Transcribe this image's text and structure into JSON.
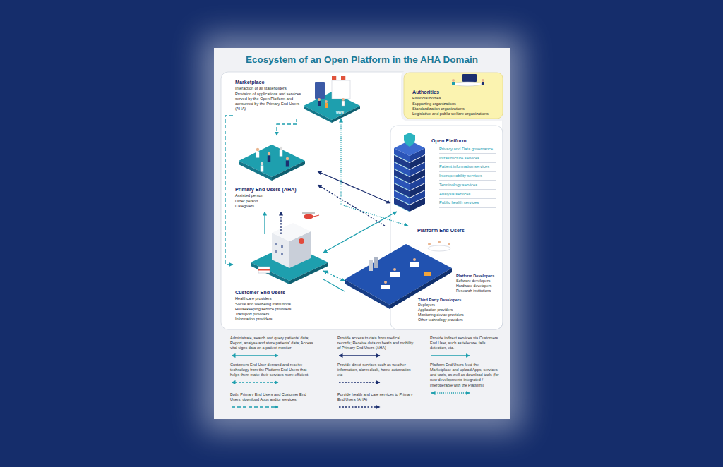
{
  "diagram": {
    "title": "Ecosystem of an Open Platform in the AHA Domain",
    "nodes": [
      {
        "text": [
          "Marketplace",
          "Interaction of all stakeholders",
          "Provision of applications and services served by the Open Platform and consumed by the Primary End Users (AHA)"
        ]
      },
      {
        "text": [
          "Authorities",
          "Financial bodies",
          "Supporting organizations",
          "Standardization organizations",
          "Legislative and public welfare organizations"
        ]
      },
      {
        "text": [
          "Open Platform",
          "Privacy and Data governance",
          "Infrastructure services",
          "Patient information services",
          "Interoperability services",
          "Terminology services",
          "Analysis services",
          "Public health services"
        ]
      },
      {
        "text": [
          "Primary End Users (AHA)",
          "Assisted person",
          "Older person",
          "Caregivers"
        ]
      },
      {
        "text": [
          "Customer End Users",
          "Healthcare providers",
          "Social and wellbeing institutions",
          "Housekeeping service providers",
          "Transport providers",
          "Information providers"
        ]
      },
      {
        "text": [
          "Platform End Users"
        ]
      },
      {
        "text": [
          "Platform Developers",
          "Software developers",
          "Hardware developers",
          "Research institutions"
        ],
        "in": 5
      },
      {
        "text": [
          "Third Party Developers",
          "Deployers",
          "Application providers",
          "Monitoring device providers",
          "Other technology providers"
        ],
        "in": 5
      }
    ],
    "edges": [
      {
        "from": 3,
        "to": 2,
        "arrow": "both"
      },
      {
        "from": 5,
        "to": 3,
        "arrow": "to"
      },
      {
        "from": 4,
        "to": 2,
        "arrow": "both"
      },
      {
        "from": 0,
        "to": 5,
        "arrow": "both"
      },
      {
        "from": 4,
        "to": 5,
        "arrow": "both"
      },
      {
        "from": 4,
        "to": 3,
        "arrow": "to"
      },
      {
        "from": 4,
        "to": 3,
        "arrow": "to"
      },
      {
        "from": 0,
        "to": 3,
        "arrow": "to"
      },
      {
        "from": 0,
        "to": 4,
        "arrow": "to"
      },
      {
        "from": 4,
        "to": 5,
        "arrow": "none"
      }
    ],
    "labels": [
      "www"
    ],
    "legend": [
      {
        "text": "Administrate, search and query patients' data; Report, analyse and store patients' data; Access vital signs data on a patient monitor"
      },
      {
        "text": "Provide access to data from medical records; Receive data on heath and mobility of Primary End Users (AHA)"
      },
      {
        "text": "Provide indirect services via Customers End User, such as telecare, falls detection, etc."
      },
      {
        "text": "Customers End User demand and receive technology from the Platform End Users that helps them make their services more efficient"
      },
      {
        "text": "Provide direct services such as weather information, alarm clock, home automation etc"
      },
      {
        "text": "Platform End Users feed the Marketplace and upload Apps, services and tools, as well as download tools (for new developments integrated / interoperable with the Platform)"
      },
      {
        "text": "Both, Primary End Users and Customer End Users, download Apps and/or services."
      },
      {
        "text": "Porvide health and care services to Primary End Users (AHA)"
      }
    ]
  }
}
